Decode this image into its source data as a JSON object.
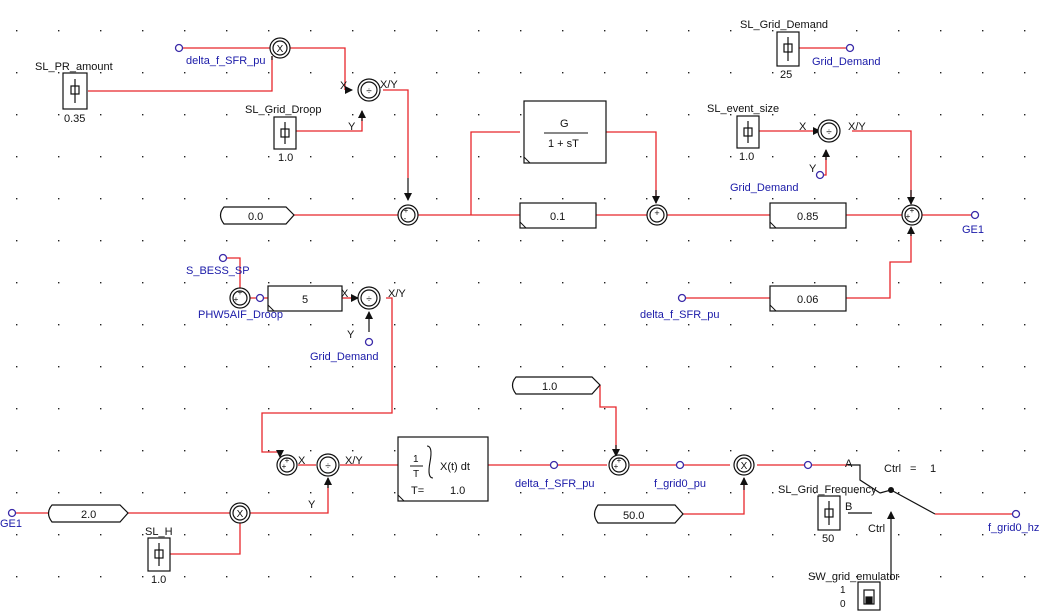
{
  "colors": {
    "wire": "#e8262b",
    "wire_black": "#111111",
    "label_blue": "#1a1aa8",
    "grid_dot": "#222222"
  },
  "sliders": {
    "pr_amount": {
      "name": "SL_PR_amount",
      "value": "0.35"
    },
    "grid_droop": {
      "name": "SL_Grid_Droop",
      "value": "1.0"
    },
    "grid_demand": {
      "name": "SL_Grid_Demand",
      "value": "25"
    },
    "event_size": {
      "name": "SL_event_size",
      "value": "1.0"
    },
    "h": {
      "name": "SL_H",
      "value": "1.0"
    },
    "grid_frequency": {
      "name": "SL_Grid_Frequency",
      "value": "50"
    },
    "grid_emulator": {
      "name": "SW_grid_emulator",
      "value_on": "1",
      "value_off": "0"
    }
  },
  "signals": {
    "delta_f_sfr_pu": "delta_f_SFR_pu",
    "grid_demand": "Grid_Demand",
    "s_bess_sp": "S_BESS_SP",
    "phw5aif_droop": "PHW5AIF_Droop",
    "ge1": "GE1",
    "f_grid0_pu": "f_grid0_pu",
    "f_grid0_hz": "f_grid0_hz"
  },
  "constants": {
    "c_0_0": "0.0",
    "c_1_0": "1.0",
    "c_2_0": "2.0",
    "c_50_0": "50.0"
  },
  "gains": {
    "g_0_1": "0.1",
    "g_0_85": "0.85",
    "g_0_06": "0.06",
    "g_5": "5"
  },
  "transfer_function": {
    "numerator": "G",
    "denominator": "1 + sT"
  },
  "integrator": {
    "one": "1",
    "T": "T",
    "expr": "X(t) dt",
    "t_label": "T=",
    "t_value": "1.0"
  },
  "ports": {
    "x": "X",
    "y": "Y",
    "xy": "X/Y",
    "a": "A",
    "b": "B",
    "ctrl": "Ctrl"
  },
  "ops": {
    "mult": "X",
    "div": "÷",
    "plus": "+",
    "minus": "-"
  },
  "selector": {
    "ctrl_label": "Ctrl",
    "eq": "=",
    "ctrl_value": "1"
  }
}
